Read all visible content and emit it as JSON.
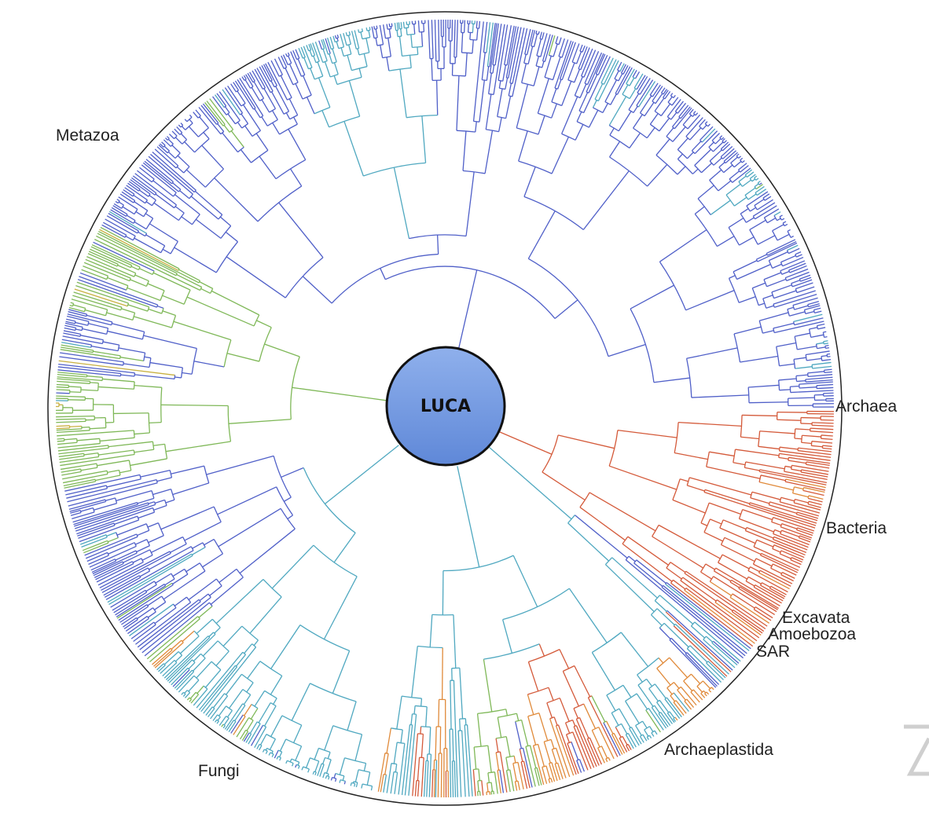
{
  "center_label": "LUCA",
  "clades": [
    {
      "name": "Archaea",
      "color": "#d9603b"
    },
    {
      "name": "Bacteria",
      "color": "#d9603b"
    },
    {
      "name": "Excavata",
      "color": "#4a63c8"
    },
    {
      "name": "Amoebozoa",
      "color": "#5aa0c8"
    },
    {
      "name": "SAR",
      "color": "#4a63c8"
    },
    {
      "name": "Archaeplastida",
      "color": "#e0a040"
    },
    {
      "name": "Fungi",
      "color": "#4f6bd0"
    },
    {
      "name": "Metazoa",
      "color": "#5060c8"
    }
  ],
  "palette": {
    "blue": "#4f5fc8",
    "teal": "#4fa8c0",
    "green": "#7fb858",
    "yellow": "#c8b040",
    "orange": "#e08a3a",
    "red": "#d45a3a",
    "luca_fill_top": "#8fb0ec",
    "luca_fill_bottom": "#5f88d8"
  }
}
